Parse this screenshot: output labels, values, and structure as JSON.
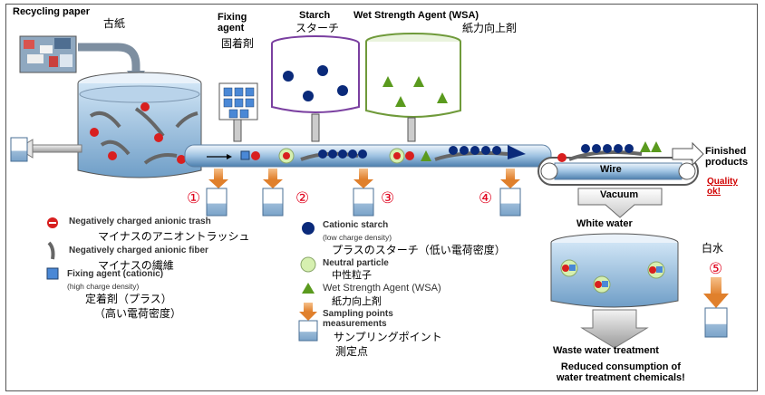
{
  "sources": {
    "recycling_paper_en": "Recycling paper",
    "recycling_paper_jp": "古紙",
    "fixing_agent_en": "Fixing\nagent",
    "fixing_agent_jp": "固着剤",
    "starch_en": "Starch",
    "starch_jp": "スターチ",
    "wsa_en": "Wet Strength Agent (WSA)",
    "wsa_jp": "紙力向上剤"
  },
  "process": {
    "wire_label": "Wire",
    "vacuum_label": "Vacuum",
    "white_water_en": "White water",
    "white_water_jp": "白水",
    "finished_label": "Finished\nproducts",
    "quality_label": "Quality\nok!",
    "waste_treatment": "Waste water treatment",
    "reduced_consumption": "Reduced consumption of\nwater treatment chemicals!"
  },
  "sampling_points": [
    "①",
    "②",
    "③",
    "④",
    "⑤"
  ],
  "legend": {
    "anionic_trash_en": "Negatively charged anionic trash",
    "anionic_trash_jp": "マイナスのアニオントラッシュ",
    "anionic_fiber_en": "Negatively charged anionic fiber",
    "anionic_fiber_jp": "マイナスの繊維",
    "fixing_agent_en": "Fixing agent (cationic)",
    "fixing_agent_sub": "(high charge density)",
    "fixing_agent_jp1": "定着剤（プラス）",
    "fixing_agent_jp2": "（高い電荷密度）",
    "cationic_starch_en": "Cationic starch",
    "cationic_starch_sub": "(low charge density)",
    "cationic_starch_jp": "プラスのスターチ（低い電荷密度）",
    "neutral_en": "Neutral particle",
    "neutral_jp": "中性粒子",
    "wsa_en": "Wet Strength Agent (WSA)",
    "wsa_jp": "紙力向上剤",
    "sampling_en": "Sampling points\nmeasurements",
    "sampling_jp1": "サンプリングポイント",
    "sampling_jp2": "測定点"
  },
  "colors": {
    "anionic_red": "#d81f1f",
    "cationic_blue": "#0a2a7a",
    "fixing_blue": "#4a88d6",
    "neutral_green": "#d6f0b0",
    "wsa_green": "#5a9a1e",
    "starch_tank": "#7a3fa0",
    "wsa_tank": "#6f9a3a",
    "number_red": "#e0001b"
  }
}
